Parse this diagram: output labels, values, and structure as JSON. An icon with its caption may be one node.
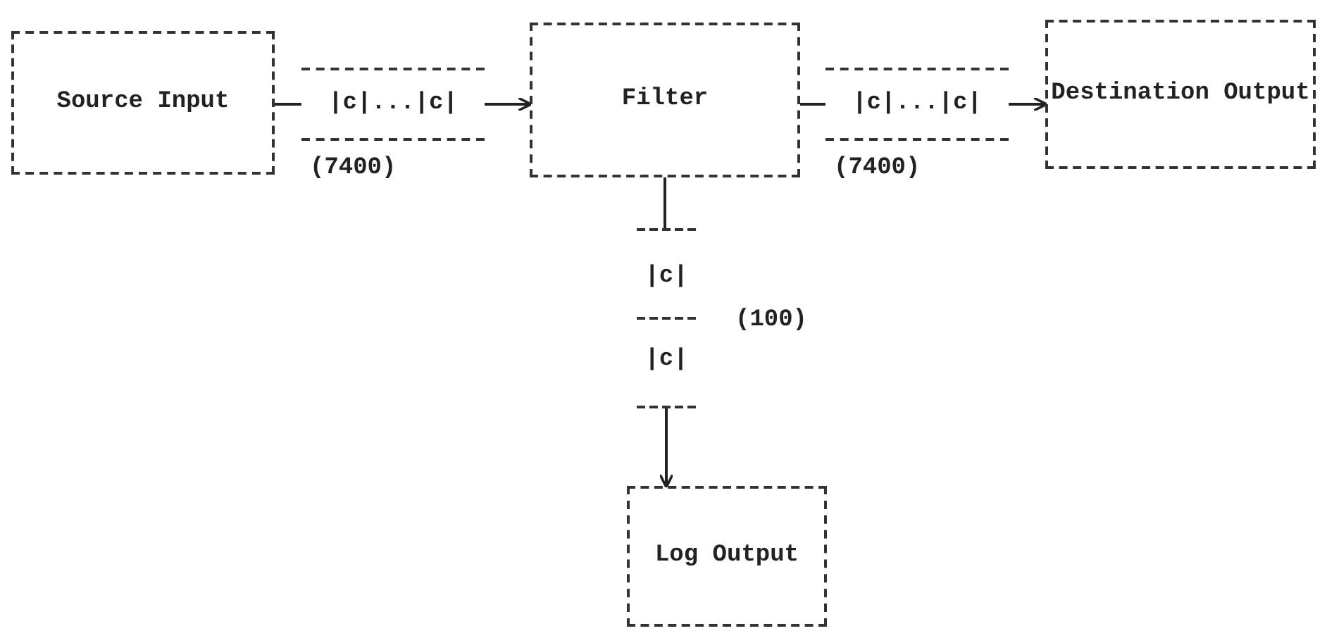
{
  "diagram": {
    "nodes": [
      {
        "text": [
          "Source Input"
        ]
      },
      {
        "text": [
          "|c|...|c|"
        ],
        "beside": [
          "(7400)"
        ]
      },
      {
        "text": [
          "Filter"
        ]
      },
      {
        "text": [
          "|c|...|c|"
        ],
        "beside": [
          "(7400)"
        ]
      },
      {
        "text": [
          "Destination Output"
        ]
      },
      {
        "text": [
          "|c|",
          "|c|"
        ],
        "beside": [
          "(100)"
        ]
      },
      {
        "text": [
          "Log Output"
        ]
      }
    ],
    "edges": [
      {
        "from": 0,
        "to": 1,
        "arrow": "none"
      },
      {
        "from": 1,
        "to": 2,
        "arrow": "to"
      },
      {
        "from": 2,
        "to": 3,
        "arrow": "none"
      },
      {
        "from": 3,
        "to": 4,
        "arrow": "to"
      },
      {
        "from": 2,
        "to": 5,
        "arrow": "none"
      },
      {
        "from": 5,
        "to": 6,
        "arrow": "to"
      }
    ]
  }
}
